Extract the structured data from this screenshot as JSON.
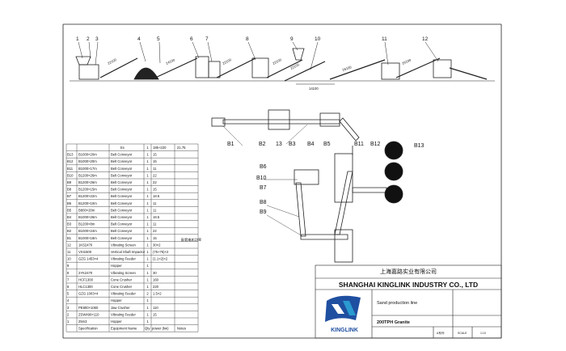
{
  "elevation": {
    "callouts": [
      "1",
      "2",
      "3",
      "4",
      "5",
      "6",
      "7",
      "8",
      "9",
      "10",
      "11",
      "12"
    ],
    "belt_labels": [
      "22100",
      "24100",
      "22100",
      "22100",
      "22100",
      "26100",
      "26100"
    ],
    "dimension_label": "14100"
  },
  "plan": {
    "labels": [
      "B1",
      "B2",
      "13",
      "B3",
      "B4",
      "B5",
      "B11",
      "B12",
      "B13",
      "B6",
      "B10",
      "B7",
      "B8",
      "B9"
    ]
  },
  "bom": {
    "header": [
      "Specification",
      "Equipment Name",
      "Qty",
      "power (kw)",
      "Notes"
    ],
    "rows": [
      {
        "no": "B13",
        "spec": "B1000×20m",
        "name": "Belt Conveyor",
        "qty": "1",
        "power": "15"
      },
      {
        "no": "B12",
        "spec": "B1000×20m",
        "name": "Belt Conveyor",
        "qty": "1",
        "power": "15"
      },
      {
        "no": "B11",
        "spec": "B1000×17m",
        "name": "Belt Conveyor",
        "qty": "1",
        "power": "11"
      },
      {
        "no": "B10",
        "spec": "B1200×26m",
        "name": "Belt Conveyor",
        "qty": "1",
        "power": "22"
      },
      {
        "no": "B9",
        "spec": "B1200×26m",
        "name": "Belt Conveyor",
        "qty": "1",
        "power": "22"
      },
      {
        "no": "B8",
        "spec": "B1200×15m",
        "name": "Belt Conveyor",
        "qty": "1",
        "power": "15"
      },
      {
        "no": "B7",
        "spec": "B1200×22m",
        "name": "Belt Conveyor",
        "qty": "1",
        "power": "18.5"
      },
      {
        "no": "B6",
        "spec": "B1200×10m",
        "name": "Belt Conveyor",
        "qty": "1",
        "power": "11"
      },
      {
        "no": "B5",
        "spec": "B800×20m",
        "name": "Belt Conveyor",
        "qty": "1",
        "power": "11"
      },
      {
        "no": "B4",
        "spec": "B1000×26m",
        "name": "Belt Conveyor",
        "qty": "1",
        "power": "18.5"
      },
      {
        "no": "B3",
        "spec": "B1200×8m",
        "name": "Belt Conveyor",
        "qty": "1",
        "power": "11"
      },
      {
        "no": "B2",
        "spec": "B1000×24m",
        "name": "Belt Conveyor",
        "qty": "1",
        "power": "22"
      },
      {
        "no": "B1",
        "spec": "B1000×18m",
        "name": "Belt Conveyor",
        "qty": "1",
        "power": "15"
      },
      {
        "no": "12",
        "spec": "1KS2470",
        "name": "Vibrating Screen",
        "qty": "1",
        "power": "30×2"
      },
      {
        "no": "11",
        "spec": "VSI1500",
        "name": "Vertical Shaft Impactor",
        "qty": "1",
        "power": "(75+75)×2"
      },
      {
        "no": "10",
        "spec": "GZG 1453×4",
        "name": "Vibrating Feeder",
        "qty": "1",
        "power": "(1.1×2)×2"
      },
      {
        "no": "9",
        "spec": "",
        "name": "Hopper",
        "qty": "1",
        "power": ""
      },
      {
        "no": "8",
        "spec": "2YK2470",
        "name": "Vibrating Screen",
        "qty": "1",
        "power": "30"
      },
      {
        "no": "7",
        "spec": "HCF1300",
        "name": "Cone Crusher",
        "qty": "1",
        "power": "160"
      },
      {
        "no": "6",
        "spec": "HLC1300",
        "name": "Cone Crusher",
        "qty": "1",
        "power": "220"
      },
      {
        "no": "5",
        "spec": "GZG 1003×4",
        "name": "Vibrating Feeder",
        "qty": "2",
        "power": "1.5×2"
      },
      {
        "no": "4",
        "spec": "",
        "name": "Hopper",
        "qty": "1",
        "power": ""
      },
      {
        "no": "3",
        "spec": "PE800×1060",
        "name": "Jaw Crusher",
        "qty": "1",
        "power": "110"
      },
      {
        "no": "2",
        "spec": "ZSW490×110",
        "name": "Vibrating Feeder",
        "qty": "1",
        "power": "15"
      },
      {
        "no": "1",
        "spec": "25m3",
        "name": "Hopper",
        "qty": "1",
        "power": ""
      }
    ],
    "top_row": {
      "spec": "Ex",
      "qty": "1",
      "power": "185+220",
      "note": "21.75"
    },
    "side_note": "配套电机功率"
  },
  "title_block": {
    "company_cn": "上海嘉路实业有限公司",
    "company_en": "SHANGHAI KINGLINK INDUSTRY CO., LTD",
    "drawing_name": "Sand production line",
    "drawing_sub": "200TPH Granite",
    "logo_text": "KINGLINK",
    "scale_cells": [
      "A系列",
      "SCALE",
      "1:10"
    ]
  },
  "colors": {
    "logo_blue": "#1f4fa0",
    "logo_teal": "#2a9ad0",
    "ink": "#111111"
  }
}
